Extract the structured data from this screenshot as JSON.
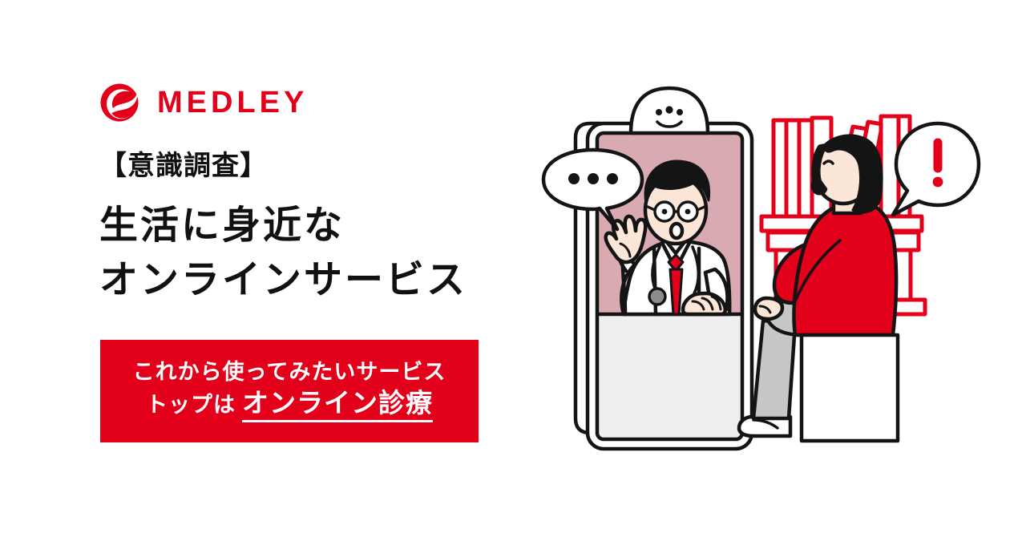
{
  "brand": {
    "logo_icon": "medley-swoosh-icon",
    "name": "MEDLEY",
    "color": "#e2001a"
  },
  "hero": {
    "kicker": "【意識調査】",
    "headline": "生活に身近な\nオンラインサービス",
    "banner": {
      "line1": "これから使ってみたいサービス",
      "line2_prefix": "トップは",
      "line2_emphasis": "オンライン診療",
      "background": "#e2001a",
      "text_color": "#ffffff"
    }
  },
  "illustration": {
    "description": "online-medical-consultation-scene",
    "elements": {
      "phone_icon": "smartphone-video-call-icon",
      "doctor_icon": "doctor-waving-icon",
      "blob_character_icon": "smiling-blob-character-icon",
      "dots_bubble_icon": "speech-bubble-ellipsis-icon",
      "exclaim_bubble_icon": "speech-bubble-exclamation-icon",
      "bookshelf_icon": "bookshelf-icon",
      "cabinet_icon": "cabinet-icon",
      "patient_icon": "seated-patient-icon",
      "stool_icon": "cube-stool-icon"
    },
    "colors": {
      "screen_top": "#d9aab1",
      "screen_bottom": "#efefef",
      "outline": "#141414",
      "furniture_red": "#e2001a",
      "sweater_red": "#e2001a",
      "pants_gray": "#c6c6c6",
      "skin": "#fbe6d8",
      "hair": "#141414",
      "tie_red": "#e2001a",
      "white": "#ffffff"
    }
  }
}
